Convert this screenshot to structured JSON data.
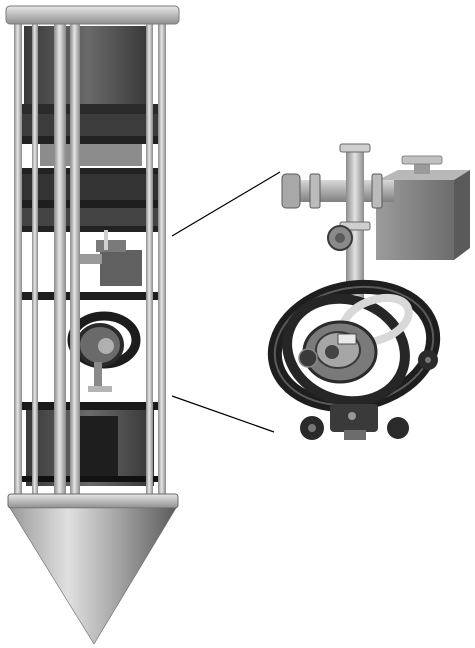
{
  "figure": {
    "left_component": "instrument-column-with-conical-tip",
    "right_component": "gimbal-assembly-detail",
    "callout_lines": 2
  },
  "colors": {
    "background": "#ffffff",
    "rod_light": "#d8d8d8",
    "rod_mid": "#a9a9a9",
    "plate_dark": "#2a2a2a",
    "block_mid": "#5a5a5a",
    "block_light": "#8c8c8c",
    "cone_light": "#c8c8c8",
    "cone_dark": "#555555",
    "ring_dark": "#1e1e1e",
    "callout": "#000000"
  }
}
